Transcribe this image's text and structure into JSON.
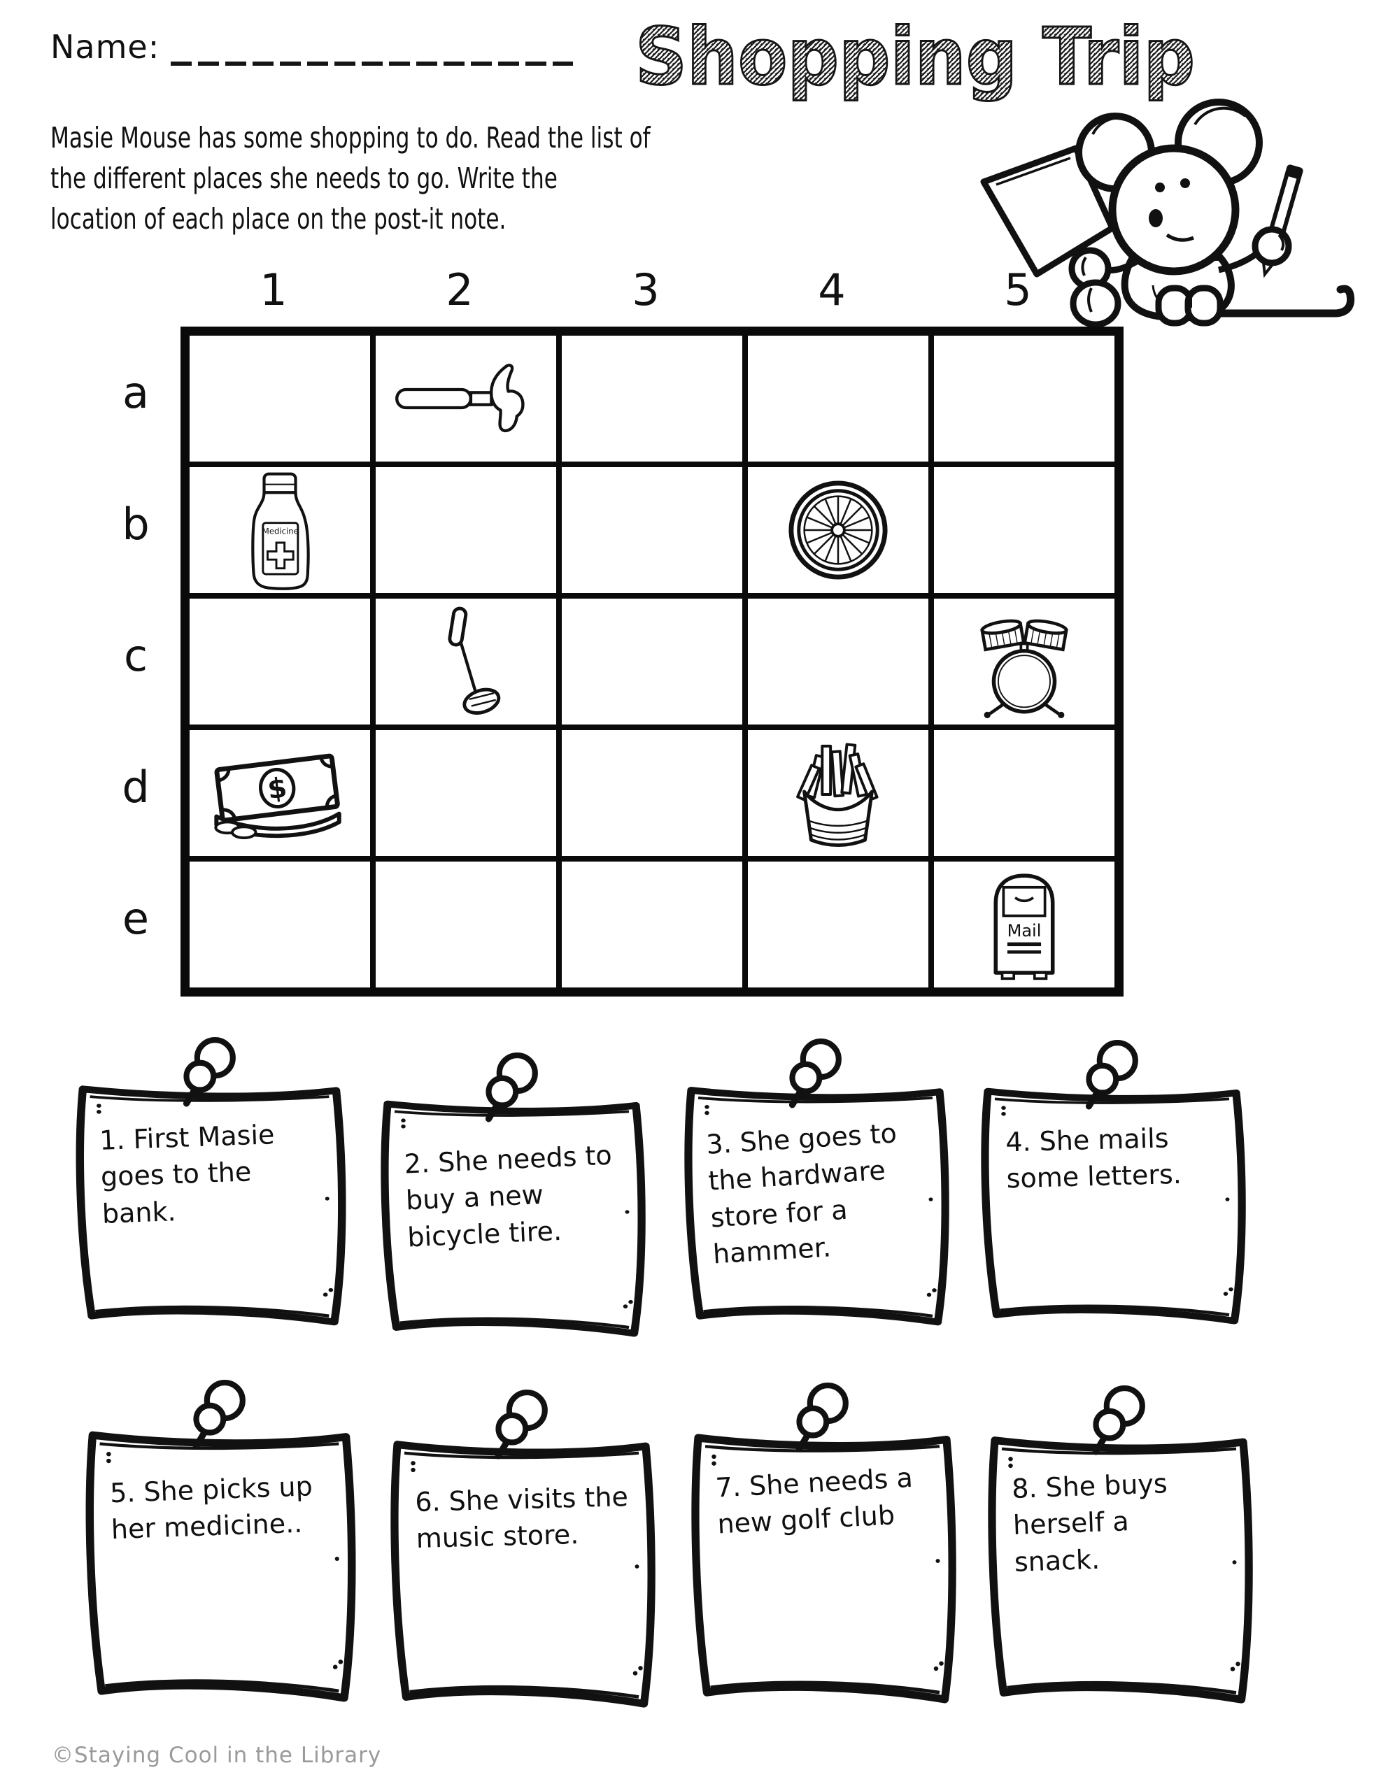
{
  "header": {
    "name_label": "Name:",
    "title": "Shopping Trip",
    "instruction_lines": [
      "Masie Mouse has some shopping to do. Read the list of",
      "the different places she needs to go. Write the",
      "location of each place on the post-it note."
    ]
  },
  "grid": {
    "columns": [
      "1",
      "2",
      "3",
      "4",
      "5"
    ],
    "rows": [
      "a",
      "b",
      "c",
      "d",
      "e"
    ],
    "items": [
      {
        "cell": "a2",
        "icon": "hammer"
      },
      {
        "cell": "b1",
        "icon": "medicine-bottle",
        "label": "Medicine"
      },
      {
        "cell": "b4",
        "icon": "bicycle-tire"
      },
      {
        "cell": "c2",
        "icon": "golf-club"
      },
      {
        "cell": "c5",
        "icon": "drum-set"
      },
      {
        "cell": "d1",
        "icon": "money"
      },
      {
        "cell": "d4",
        "icon": "french-fries"
      },
      {
        "cell": "e5",
        "icon": "mailbox",
        "label": "Mail"
      }
    ],
    "labels": {
      "medicine": "Medicine",
      "mailbox": "Mail",
      "money_symbol": "$"
    }
  },
  "notes": [
    "1. First Masie goes to the bank.",
    "2. She needs to buy a new bicycle tire.",
    "3. She goes to the hardware store for a hammer.",
    "4. She mails some letters.",
    "5. She picks up her medicine..",
    "6. She visits the music store.",
    "7. She needs a new golf club",
    "8. She buys herself a snack."
  ],
  "footer": {
    "credit": "©Staying Cool in the Library"
  }
}
